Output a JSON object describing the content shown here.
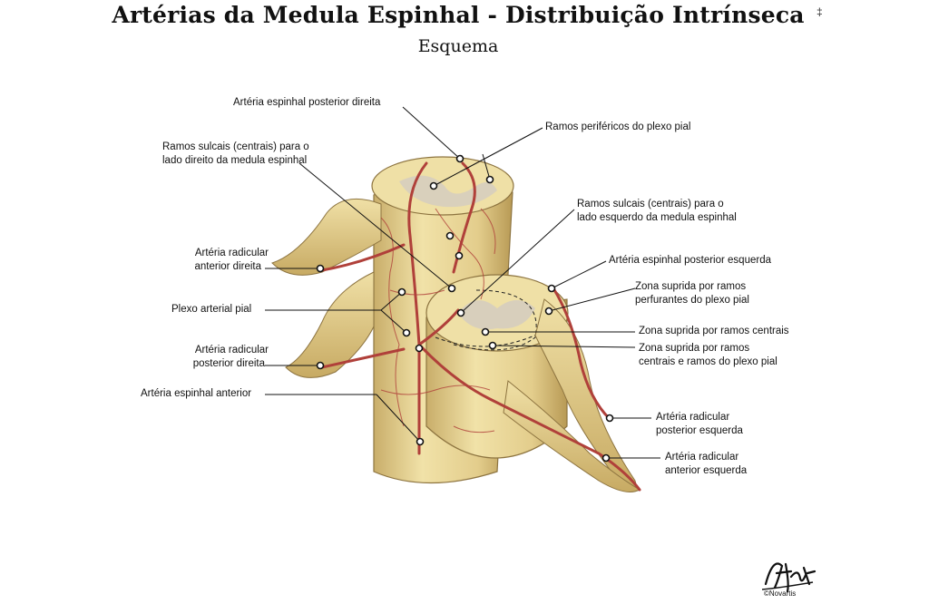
{
  "title": "Artérias da Medula Espinhal - Distribuição Intrínseca",
  "subtitle": "Esquema",
  "labels": {
    "posterior_spinal_right": "Artéria espinhal posterior direita",
    "peripheral_branches": "Ramos periféricos do plexo pial",
    "sulcal_right_l1": "Ramos sulcais (centrais) para o",
    "sulcal_right_l2": "lado direito da medula espinhal",
    "sulcal_left_l1": "Ramos sulcais (centrais) para o",
    "sulcal_left_l2": "lado esquerdo da medula espinhal",
    "radicular_anterior_right_l1": "Artéria radicular",
    "radicular_anterior_right_l2": "anterior direita",
    "posterior_spinal_left": "Artéria espinhal posterior esquerda",
    "zone_perforating_l1": "Zona suprida por ramos",
    "zone_perforating_l2": "perfurantes do plexo pial",
    "plexus_pial": "Plexo arterial pial",
    "zone_central": "Zona suprida por ramos centrais",
    "zone_mixed_l1": "Zona suprida por ramos",
    "zone_mixed_l2": "centrais e ramos do plexo pial",
    "radicular_posterior_right_l1": "Artéria radicular",
    "radicular_posterior_right_l2": "posterior direita",
    "anterior_spinal": "Artéria espinhal anterior",
    "radicular_posterior_left_l1": "Artéria radicular",
    "radicular_posterior_left_l2": "posterior esquerda",
    "radicular_anterior_left_l1": "Artéria radicular",
    "radicular_anterior_left_l2": "anterior esquerda"
  },
  "signature": "F. Netter",
  "copyright": "©Novartis",
  "stray_mark": "‡",
  "colors": {
    "cord_fill": "#e9d79a",
    "cord_shadow": "#c9ae6a",
    "grey_matter": "#cfc6b8",
    "artery": "#b0403a",
    "leader": "#111111"
  }
}
